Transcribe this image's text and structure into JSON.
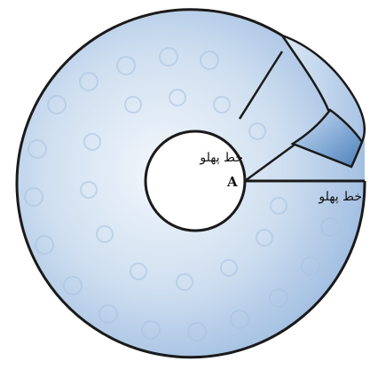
{
  "diagram": {
    "point_label": "A",
    "edge_label_upper": "خط پهلو",
    "edge_label_lower": "خط پهلو"
  },
  "colors": {
    "disk_light": "#eef4fb",
    "disk_mid": "#bcd2ea",
    "disk_dark": "#8fb0d6",
    "outline": "#1a1a1a",
    "flap_dark": "#5f8fc4"
  }
}
